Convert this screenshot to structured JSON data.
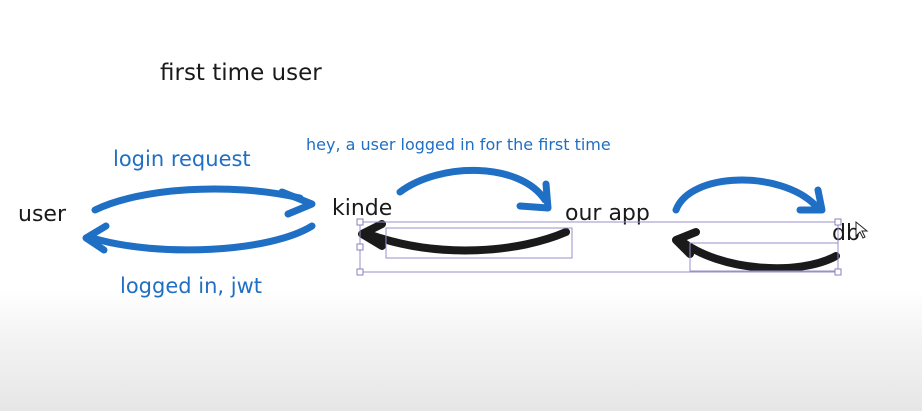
{
  "title": "first time user",
  "nodes": {
    "user": "user",
    "kinde": "kinde",
    "our_app": "our app",
    "db": "db"
  },
  "edges": {
    "login_request": "login request",
    "logged_in": "logged in, jwt",
    "first_time": "hey, a user logged in for the first time"
  },
  "colors": {
    "blue_arrow": "#1f6fc4",
    "black_arrow": "#1a1a1a",
    "selection": "#9a8fc9"
  }
}
